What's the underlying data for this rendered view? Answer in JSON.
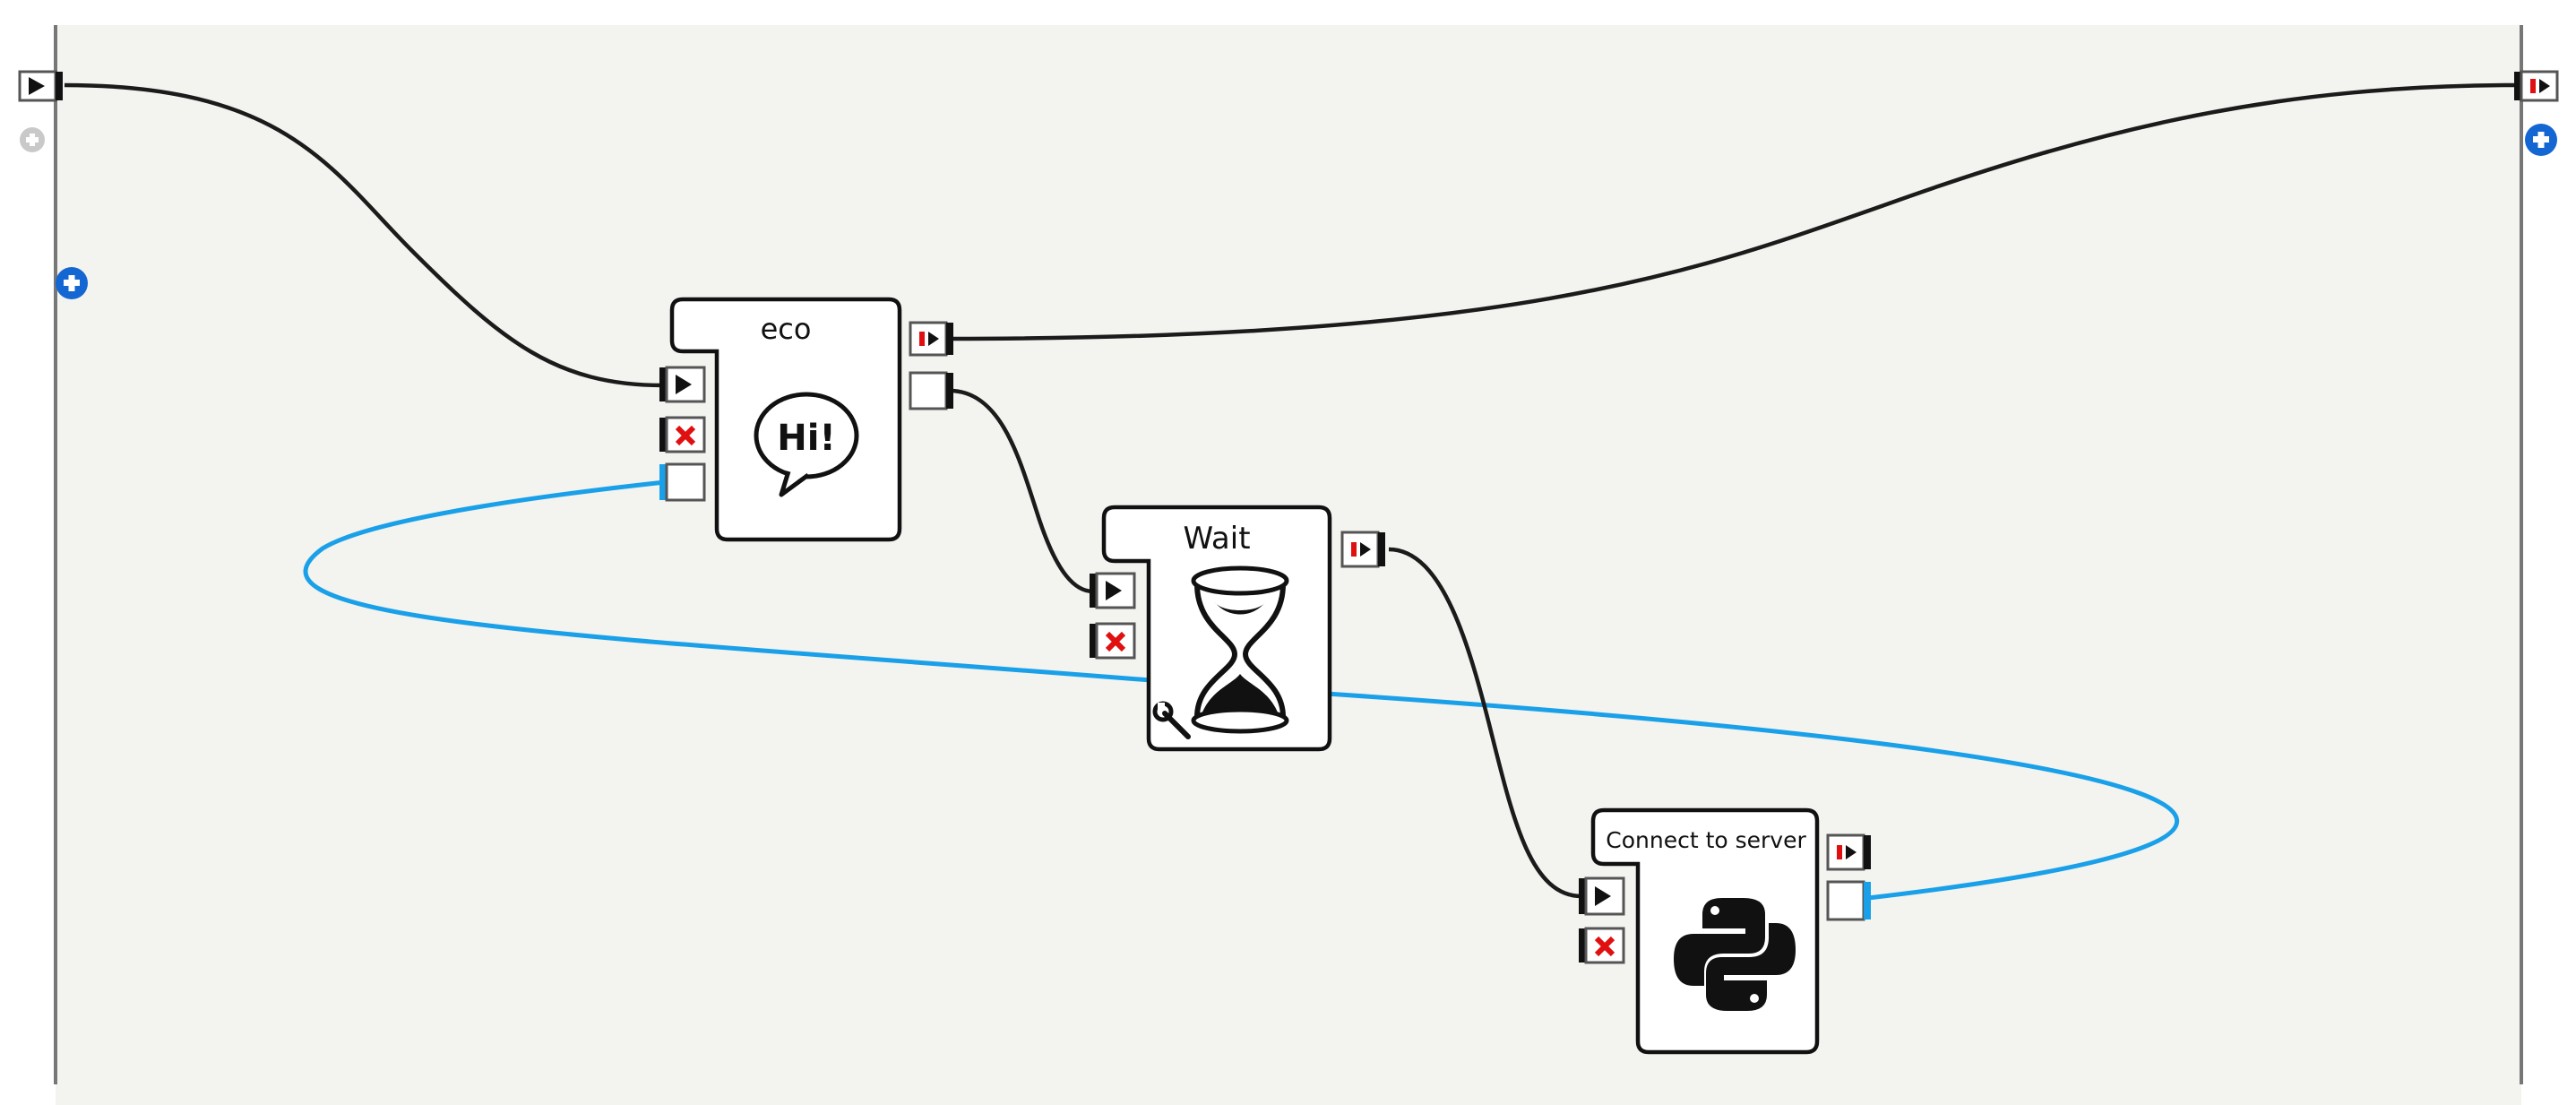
{
  "colors": {
    "canvas_bg": "#f3f3ef",
    "frame_line": "#777777",
    "wire_signal": "#1b1b1b",
    "wire_data": "#1aa0e8",
    "add_button": "#1466d2",
    "stop_red": "#e01010"
  },
  "boxes": [
    {
      "id": "eco",
      "title": "eco",
      "icon": "speech-bubble-hi-icon",
      "icon_text": "Hi!"
    },
    {
      "id": "wait",
      "title": "Wait",
      "icon": "hourglass-icon",
      "has_parameters": true
    },
    {
      "id": "connect",
      "title": "Connect to server",
      "icon": "python-logo-icon"
    }
  ],
  "diagram_ports": {
    "input": "onStart",
    "output": "onStopped"
  }
}
